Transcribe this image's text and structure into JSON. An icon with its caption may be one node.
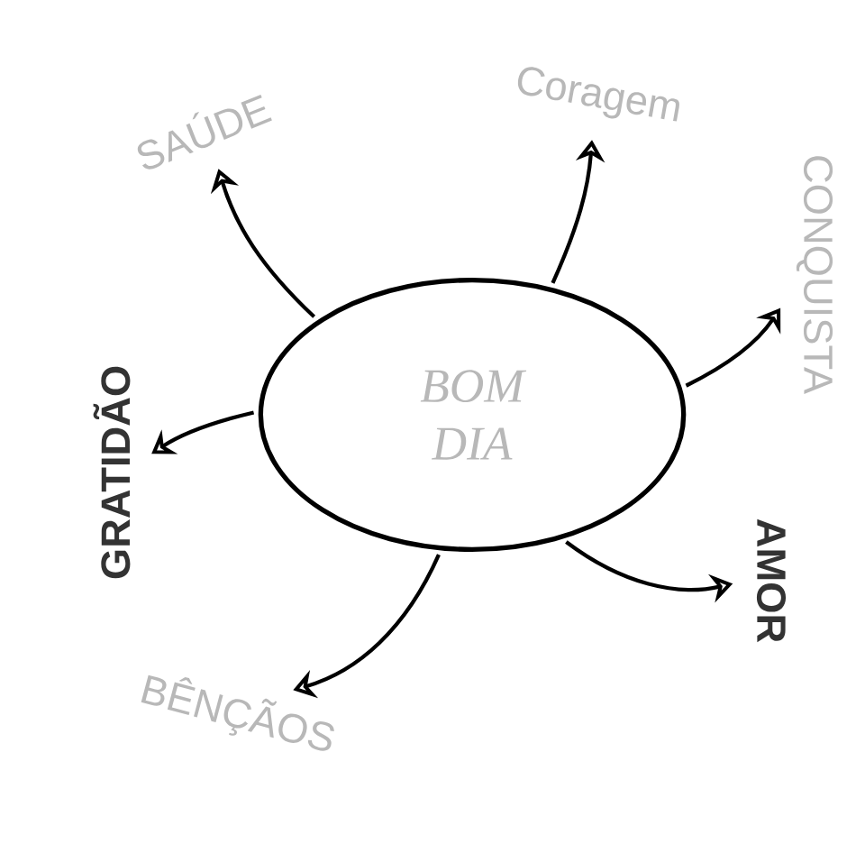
{
  "diagram": {
    "nodes": [
      {
        "text": [
          "BOM DIA"
        ]
      },
      {
        "text": [
          "SAÚDE"
        ]
      },
      {
        "text": [
          "Coragem"
        ]
      },
      {
        "text": [
          "CONQUISTA"
        ]
      },
      {
        "text": [
          "GRATIDÃO"
        ]
      },
      {
        "text": [
          "AMOR"
        ]
      },
      {
        "text": [
          "BÊNÇÃOS"
        ]
      }
    ],
    "edges": [
      {
        "from": 0,
        "to": 1,
        "arrow": "to"
      },
      {
        "from": 0,
        "to": 2,
        "arrow": "to"
      },
      {
        "from": 0,
        "to": 3,
        "arrow": "to"
      },
      {
        "from": 0,
        "to": 4,
        "arrow": "to"
      },
      {
        "from": 0,
        "to": 5,
        "arrow": "to"
      },
      {
        "from": 0,
        "to": 6,
        "arrow": "to"
      }
    ]
  }
}
